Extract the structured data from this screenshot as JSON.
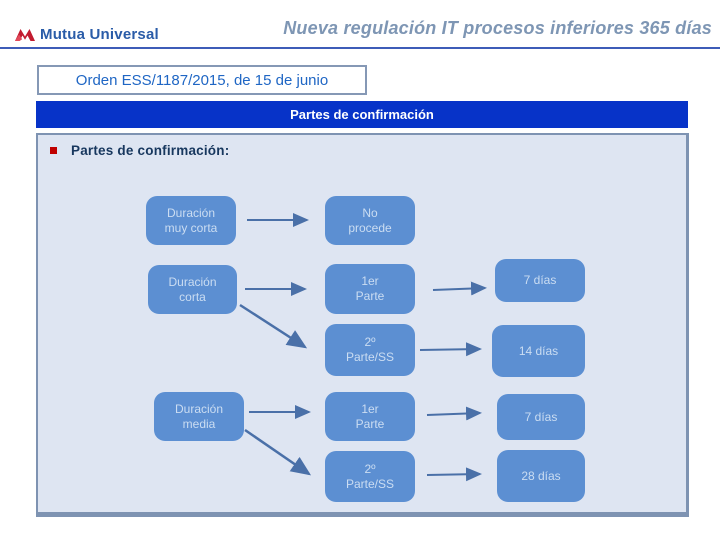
{
  "header": {
    "logo_text": "Mutua Universal",
    "title": "Nueva regulación IT procesos inferiores 365 días"
  },
  "orden_box": {
    "label": "Orden ESS/1187/2015, de 15 de junio"
  },
  "banner": {
    "label": "Partes de confirmación"
  },
  "content": {
    "heading": "Partes de confirmación:",
    "flow": {
      "nodes": [
        {
          "id": "duracion-muy-corta",
          "label": "Duración\nmuy corta"
        },
        {
          "id": "no-procede",
          "label": "No\nprocede"
        },
        {
          "id": "duracion-corta",
          "label": "Duración\ncorta"
        },
        {
          "id": "primer-parte-a",
          "label": "1er\nParte"
        },
        {
          "id": "siete-dias-a",
          "label": "7 días"
        },
        {
          "id": "segundo-parte-ss-a",
          "label": "2º\nParte/SS"
        },
        {
          "id": "catorce-dias",
          "label": "14 días"
        },
        {
          "id": "duracion-media",
          "label": "Duración\nmedia"
        },
        {
          "id": "primer-parte-b",
          "label": "1er\nParte"
        },
        {
          "id": "siete-dias-b",
          "label": "7 días"
        },
        {
          "id": "segundo-parte-ss-b",
          "label": "2º\nParte/SS"
        },
        {
          "id": "veintiocho-dias",
          "label": "28 días"
        }
      ]
    }
  },
  "colors": {
    "banner_blue": "#0733C8",
    "box_blue": "#5C8FD2",
    "box_text": "#CBDDF2",
    "content_bg": "#DEE5F2",
    "steel_border": "#7E93B2",
    "arrow_blue": "#4A70A8",
    "heading_navy": "#17375E",
    "bullet_red": "#C00000",
    "logo_red": "#C21B2F",
    "logo_blue": "#2A5CA8",
    "orden_blue": "#1F66C4",
    "orden_border": "#8598B5",
    "title_gray_blue": "#7E96B4",
    "header_line": "#3D5CB8"
  }
}
